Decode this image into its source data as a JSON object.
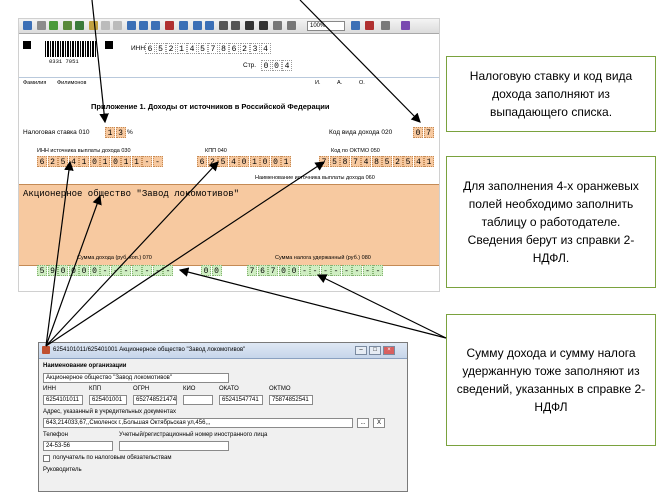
{
  "form": {
    "toolbar": {
      "zoom": "100%"
    },
    "inn_label": "ИНН",
    "inn_digits": [
      "6",
      "5",
      "2",
      "1",
      "4",
      "5",
      "7",
      "8",
      "6",
      "2",
      "3",
      "4"
    ],
    "barcode_number": "0331 7051",
    "page_label": "Стр.",
    "page_digits": [
      "0",
      "0",
      "4"
    ],
    "surname_label": "Фамилия",
    "surname_value": "Филимонов",
    "initials": [
      "И.",
      "А.",
      "О."
    ],
    "section_title": "Приложение 1. Доходы от источников в Российской Федерации",
    "tax_rate_label": "Налоговая ставка 010",
    "tax_rate_digits": [
      "1",
      "3"
    ],
    "tax_rate_unit": "%",
    "income_code_label": "Код вида дохода  020",
    "income_code_digits": [
      "0",
      "7"
    ],
    "inn_source_label": "ИНН источника выплаты дохода  030",
    "inn_source_digits": [
      "6",
      "2",
      "5",
      "4",
      "1",
      "0",
      "1",
      "0",
      "1",
      "1",
      "-",
      "-"
    ],
    "kpp_label": "КПП  040",
    "kpp_digits": [
      "6",
      "2",
      "5",
      "4",
      "0",
      "1",
      "0",
      "0",
      "1"
    ],
    "oktmo_label": "Код по ОКТМО  050",
    "oktmo_digits": [
      "7",
      "5",
      "8",
      "7",
      "4",
      "8",
      "5",
      "2",
      "5",
      "4",
      "1"
    ],
    "source_name_label": "Наименование источника выплаты дохода  060",
    "org_name": "Акционерное общество \"Завод локомотивов\"",
    "income_sum_label": "Сумма дохода (руб. коп.) 070",
    "income_sum_digits": [
      "5",
      "9",
      "0",
      "0",
      "0",
      "0",
      "-",
      "-",
      "-",
      "-",
      "-",
      "-",
      "-"
    ],
    "income_sum_kop": [
      "0",
      "0"
    ],
    "tax_sum_label": "Сумма налога удержанный (руб.)  080",
    "tax_sum_digits": [
      "7",
      "6",
      "7",
      "0",
      "0",
      "-",
      "-",
      "-",
      "-",
      "-",
      "-",
      "-",
      "-"
    ]
  },
  "callouts": {
    "c1": "Налоговую ставку и код вида дохода заполняют из выпадающего списка.",
    "c2": "Для заполнения 4-х оранжевых полей необходимо заполнить таблицу о работодателе. Сведения берут из справки 2-НДФЛ.",
    "c3": "Сумму дохода и сумму налога удержанную тоже заполняют из сведений, указанных в справке 2-НДФЛ"
  },
  "dialog": {
    "title": "6254101011/625401001 Акционерное общество \"Завод локомотивов\"",
    "org_section": "Наименование организации",
    "org_value": "Акционерное общество \"Завод локомотивов\"",
    "fields": [
      {
        "label": "ИНН",
        "value": "6254101011"
      },
      {
        "label": "КПП",
        "value": "625401001"
      },
      {
        "label": "ОГРН",
        "value": "6527485214748"
      },
      {
        "label": "КИО",
        "value": ""
      },
      {
        "label": "ОКАТО",
        "value": "65241547741"
      },
      {
        "label": "ОКТМО",
        "value": "75874852541"
      }
    ],
    "address_label": "Адрес, указанный в учредительных документах",
    "address_value": "643,214033,67,,Смоленск г.,Большая Октябрьская ул,456,,,",
    "address_btn": "...",
    "address_clear": "X",
    "phone_label": "Телефон",
    "phone_value": "24-53-56",
    "foreign_label": "Учетный/регистрационный номер иностранного лица",
    "checkbox_label": "получатель по налоговым обязательствам",
    "head_label": "Руководитель"
  }
}
